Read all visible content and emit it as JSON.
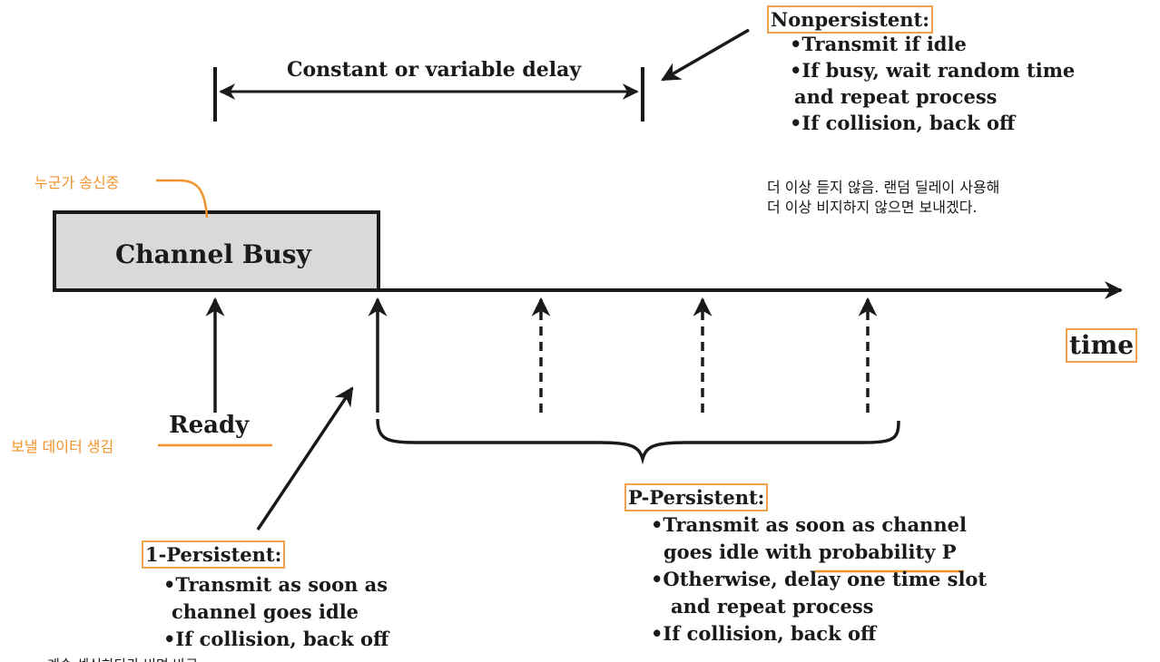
{
  "delay_label": "Constant or variable delay",
  "channel_busy": "Channel Busy",
  "time_label": "time",
  "ready_label": "Ready",
  "nonpersistent": {
    "title": "Nonpersistent:",
    "bullets": [
      "•Transmit if idle",
      "•If busy, wait random time",
      " and repeat process",
      "•If collision, back off"
    ]
  },
  "one_persistent": {
    "title": "1-Persistent:",
    "bullets": [
      "•Transmit as soon as",
      "channel goes idle",
      "•If collision, back off"
    ]
  },
  "p_persistent": {
    "title": "P-Persistent:",
    "bullets": [
      "•Transmit as soon as channel",
      "goes idle with ",
      "probability P",
      "•Otherwise, delay one time slot",
      "and repeat process",
      "•If collision, back off"
    ]
  },
  "annotations": {
    "someone_sending": "누군가 송신중",
    "data_ready": "보낼 데이터 생김",
    "nonpersistent_note_1": "더 이상 듣지 않음. 랜덤 딜레이 사용해",
    "nonpersistent_note_2": "더 이상 비지하지 않으면 보내겠다.",
    "bottom_fragment": "계속 센싱하다가 비면 바로"
  },
  "colors": {
    "annotation": "#f0932b",
    "box_fill": "#d9d9d9",
    "ink": "#1a1a1a"
  }
}
